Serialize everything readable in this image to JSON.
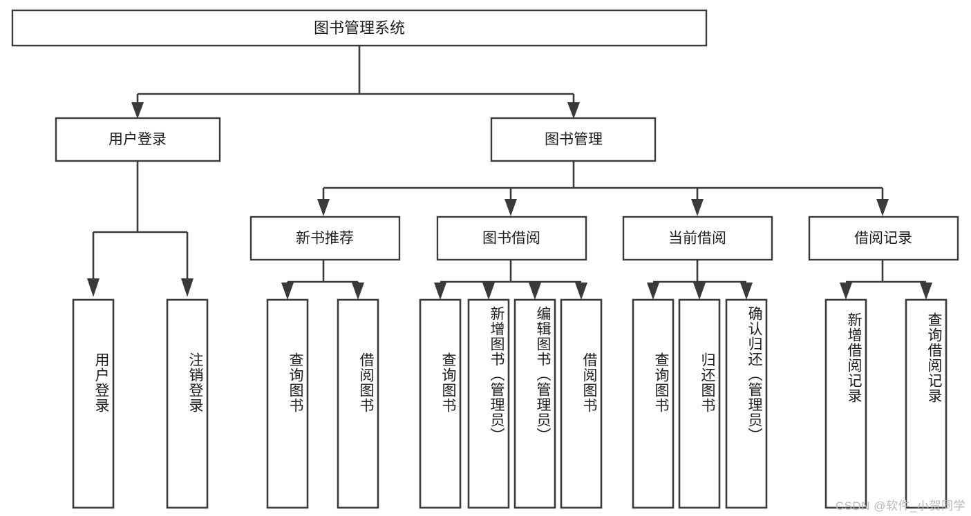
{
  "diagram": {
    "title": "图书管理系统",
    "type": "hierarchy-tree",
    "watermark": "CSDN @软件_小贺同学",
    "colors": {
      "background": "#ffffff",
      "stroke": "#3a3a3a",
      "text": "#1d1d1d",
      "watermark": "#b9b9b9"
    },
    "levels": {
      "level1": [
        {
          "id": "root",
          "label": "图书管理系统"
        }
      ],
      "level2": [
        {
          "id": "user-login",
          "label": "用户登录"
        },
        {
          "id": "book-management",
          "label": "图书管理"
        }
      ],
      "level3": [
        {
          "id": "new-book-recommend",
          "label": "新书推荐"
        },
        {
          "id": "book-borrow",
          "label": "图书借阅"
        },
        {
          "id": "current-borrow",
          "label": "当前借阅"
        },
        {
          "id": "borrow-record",
          "label": "借阅记录"
        }
      ],
      "leaves": {
        "user-login": [
          {
            "id": "leaf-user-login",
            "label": "用户登录"
          },
          {
            "id": "leaf-logout-login",
            "label": "注销登录"
          }
        ],
        "new-book-recommend": [
          {
            "id": "leaf-query-book-1",
            "label": "查询图书"
          },
          {
            "id": "leaf-borrow-book-1",
            "label": "借阅图书"
          }
        ],
        "book-borrow": [
          {
            "id": "leaf-query-book-2",
            "label": "查询图书"
          },
          {
            "id": "leaf-add-book",
            "label": "新增图书（管理员）"
          },
          {
            "id": "leaf-edit-book",
            "label": "编辑图书（管理员）"
          },
          {
            "id": "leaf-borrow-book-2",
            "label": "借阅图书"
          }
        ],
        "current-borrow": [
          {
            "id": "leaf-query-book-3",
            "label": "查询图书"
          },
          {
            "id": "leaf-return-book",
            "label": "归还图书"
          },
          {
            "id": "leaf-confirm-return",
            "label": "确认归还（管理员）"
          }
        ],
        "borrow-record": [
          {
            "id": "leaf-add-borrow-record",
            "label": "新增借阅记录"
          },
          {
            "id": "leaf-query-borrow-record",
            "label": "查询借阅记录"
          }
        ]
      }
    }
  }
}
